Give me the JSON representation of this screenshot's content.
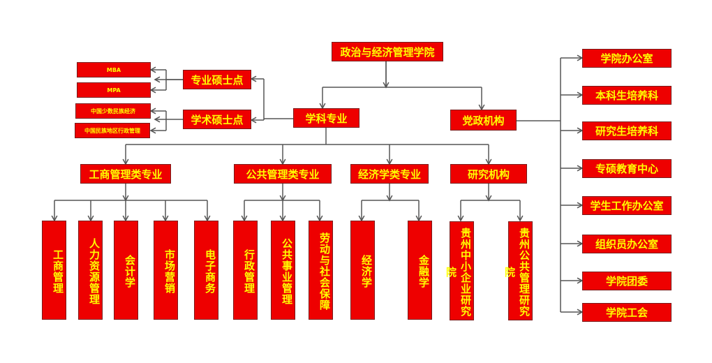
{
  "root": "政治与经济管理学院",
  "subjects": "学科专业",
  "admin": "党政机构",
  "prof_master": "专业硕士点",
  "acad_master": "学术硕士点",
  "prof_items": [
    "MBA",
    "MPA"
  ],
  "acad_items": [
    "中国少数民族经济",
    "中国民族地区行政管理"
  ],
  "admin_items": [
    "学院办公室",
    "本科生培养科",
    "研究生培养科",
    "专硕教育中心",
    "学生工作办公室",
    "组织员办公室",
    "学院团委",
    "学院工会"
  ],
  "categories": [
    "工商管理类专业",
    "公共管理类专业",
    "经济学类专业",
    "研究机构"
  ],
  "leaves": [
    "工商管理",
    "人力资源管理",
    "会计学",
    "市场营销",
    "电子商务",
    "行政管理",
    "公共事业管理",
    "劳动与社会保障",
    "经济学",
    "金融学",
    "贵州中小企业研究院",
    "贵州公共管理研究院"
  ],
  "colors": {
    "box": "#ee0000",
    "text": "#ffff00",
    "line": "#555555"
  }
}
